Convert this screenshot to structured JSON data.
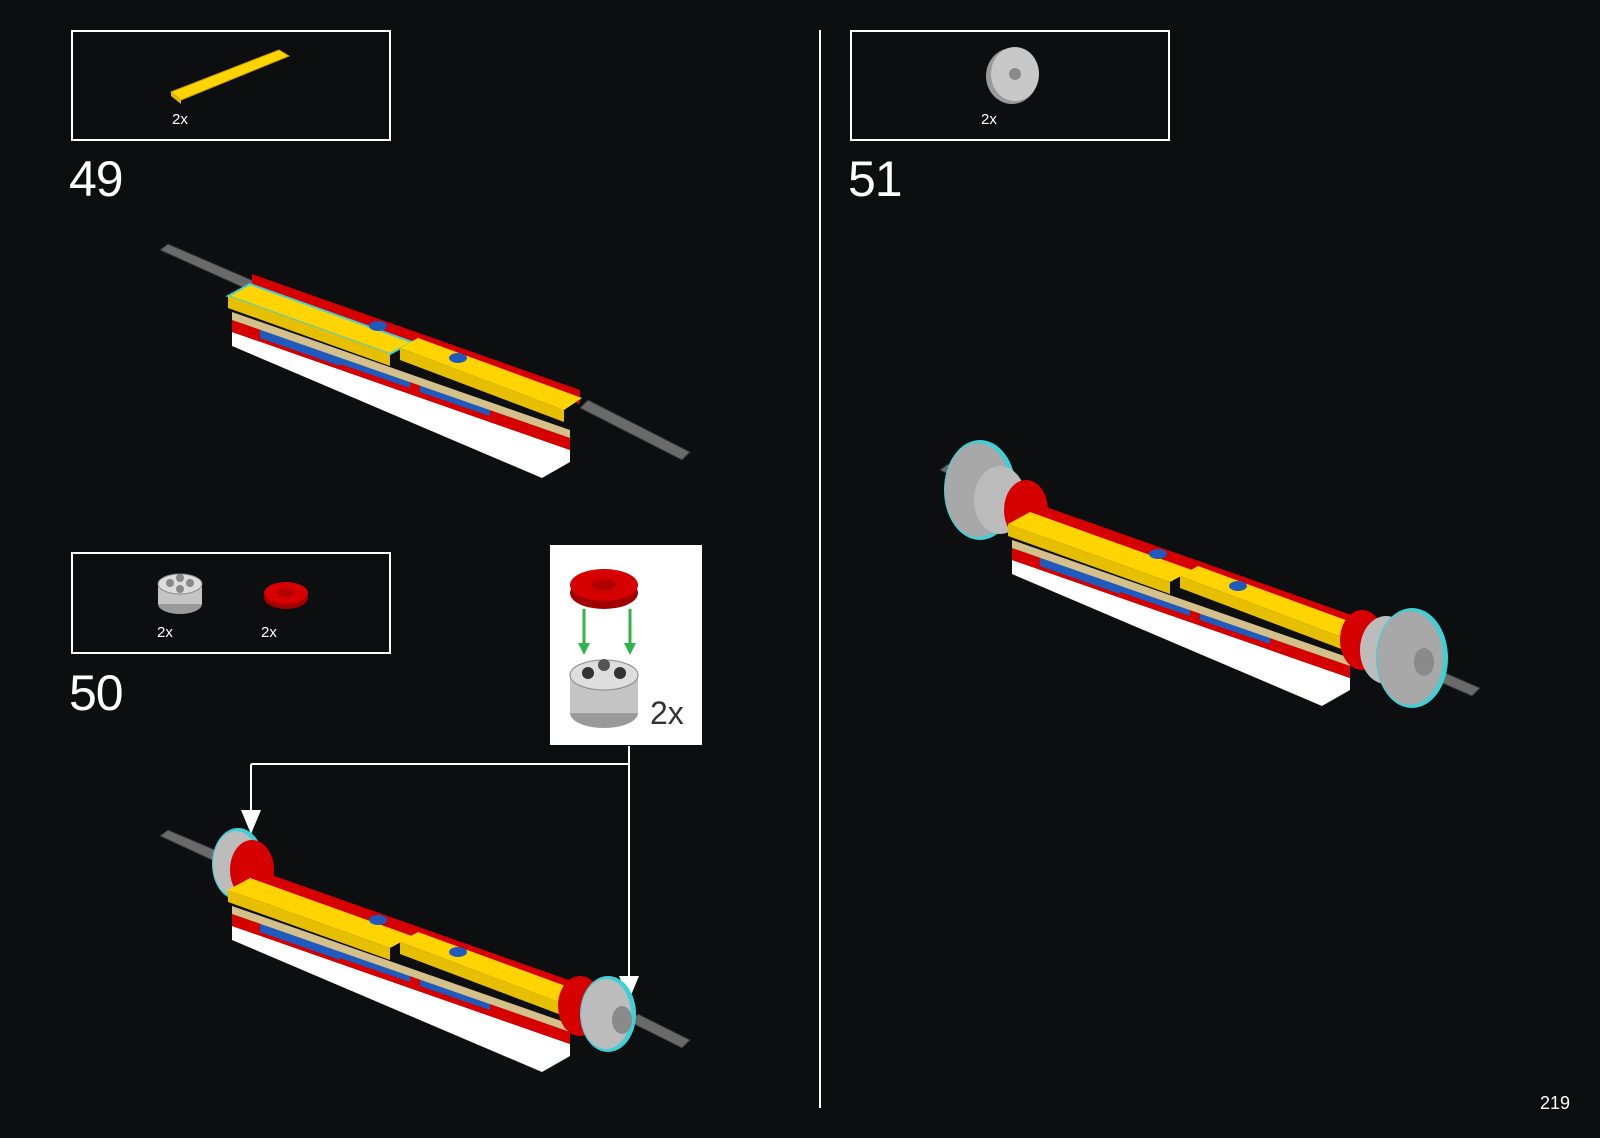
{
  "steps": [
    {
      "number": "49",
      "parts": [
        {
          "name": "yellow-tile",
          "qty": "2x"
        }
      ]
    },
    {
      "number": "50",
      "parts": [
        {
          "name": "gray-round-brick",
          "qty": "2x"
        },
        {
          "name": "red-round-tile",
          "qty": "2x"
        }
      ]
    },
    {
      "number": "51",
      "parts": [
        {
          "name": "gray-wheel-disc",
          "qty": "2x"
        }
      ]
    }
  ],
  "callout": {
    "qty": "2x"
  },
  "page_number": "219",
  "colors": {
    "background": "#0c0e0f",
    "yellow": "#ffd400",
    "red": "#d60000",
    "blue": "#1f5bbf",
    "tan": "#d4c08a",
    "gray": "#a8a8a8",
    "highlight": "#3fd0d6",
    "arrow_green": "#2fb34a"
  }
}
